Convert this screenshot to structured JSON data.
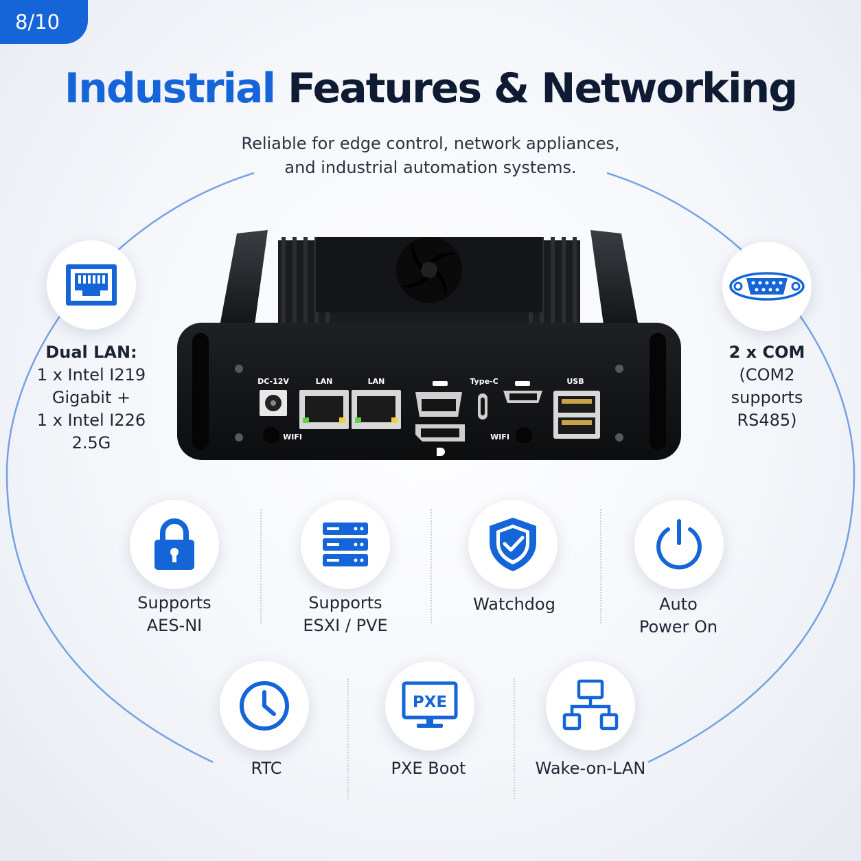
{
  "page_indicator": "8/10",
  "title": {
    "accent": "Industrial",
    "rest": " Features & Networking"
  },
  "subtitle": {
    "line1": "Reliable for edge control, network appliances,",
    "line2": "and industrial automation systems."
  },
  "side_features": {
    "lan": {
      "icon": "ethernet-port-icon",
      "heading": "Dual LAN:",
      "lines": [
        "1 x Intel I219",
        "Gigabit +",
        "1 x Intel I226",
        "2.5G"
      ]
    },
    "com": {
      "icon": "serial-port-icon",
      "heading": "2 x COM",
      "lines": [
        "(COM2",
        "supports",
        "RS485)"
      ]
    }
  },
  "device_ports": {
    "dc": "DC-12V",
    "lan1": "LAN",
    "lan2": "LAN",
    "typec": "Type-C",
    "usb": "USB",
    "wifi_left": "WIFI",
    "wifi_right": "WIFI"
  },
  "features": [
    {
      "icon": "padlock-icon",
      "lines": [
        "Supports",
        "AES-NI"
      ]
    },
    {
      "icon": "server-stack-icon",
      "lines": [
        "Supports",
        "ESXI / PVE"
      ]
    },
    {
      "icon": "shield-check-icon",
      "lines": [
        "Watchdog"
      ]
    },
    {
      "icon": "power-icon",
      "lines": [
        "Auto",
        "Power On"
      ]
    },
    {
      "icon": "clock-icon",
      "lines": [
        "RTC"
      ]
    },
    {
      "icon": "pxe-monitor-icon",
      "lines": [
        "PXE Boot"
      ],
      "icon_text": "PXE"
    },
    {
      "icon": "network-tree-icon",
      "lines": [
        "Wake-on-LAN"
      ]
    }
  ],
  "colors": {
    "accent": "#1565d8",
    "dark_text": "#0f1b33",
    "device": "#17191c"
  }
}
